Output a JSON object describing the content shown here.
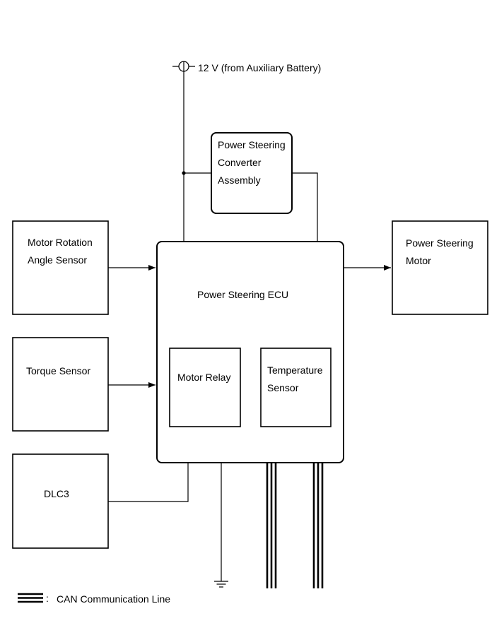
{
  "power_label": "12 V (from Auxiliary Battery)",
  "converter": {
    "lines": [
      "Power Steering",
      "Converter",
      "Assembly"
    ]
  },
  "ecu": {
    "title": "Power Steering ECU"
  },
  "motor_relay": {
    "label": "Motor Relay"
  },
  "temperature_sensor": {
    "lines": [
      "Temperature",
      "Sensor"
    ]
  },
  "motor_rotation_sensor": {
    "lines": [
      "Motor Rotation",
      "Angle Sensor"
    ]
  },
  "torque_sensor": {
    "label": "Torque Sensor"
  },
  "dlc3": {
    "label": "DLC3"
  },
  "ps_motor": {
    "lines": [
      "Power Steering",
      "Motor"
    ]
  },
  "legend": {
    "separator": ":",
    "label": "CAN Communication Line"
  }
}
